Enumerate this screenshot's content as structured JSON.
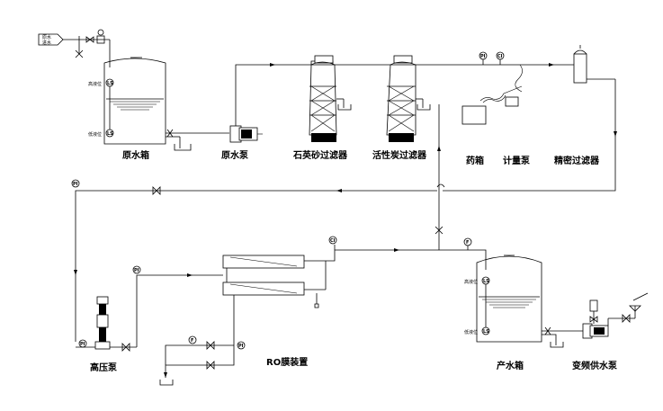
{
  "source_tag": {
    "line1": "原水",
    "line2": "进水"
  },
  "equipment": {
    "raw_tank": "原水箱",
    "raw_pump": "原水泵",
    "sand_filter": "石英砂过滤器",
    "carbon_filter": "活性炭过滤器",
    "dosing_tank": "药箱",
    "metering_pump": "计量泵",
    "precision_filter": "精密过滤器",
    "high_pressure_pump": "高压泵",
    "ro_unit": "RO膜装置",
    "product_tank": "产水箱",
    "vfd_pump": "变频供水泵"
  },
  "instruments": {
    "pi": "PI",
    "ci": "CI",
    "f": "F",
    "ls": "LS"
  },
  "level_labels": {
    "high": "高液位",
    "low": "低液位"
  }
}
